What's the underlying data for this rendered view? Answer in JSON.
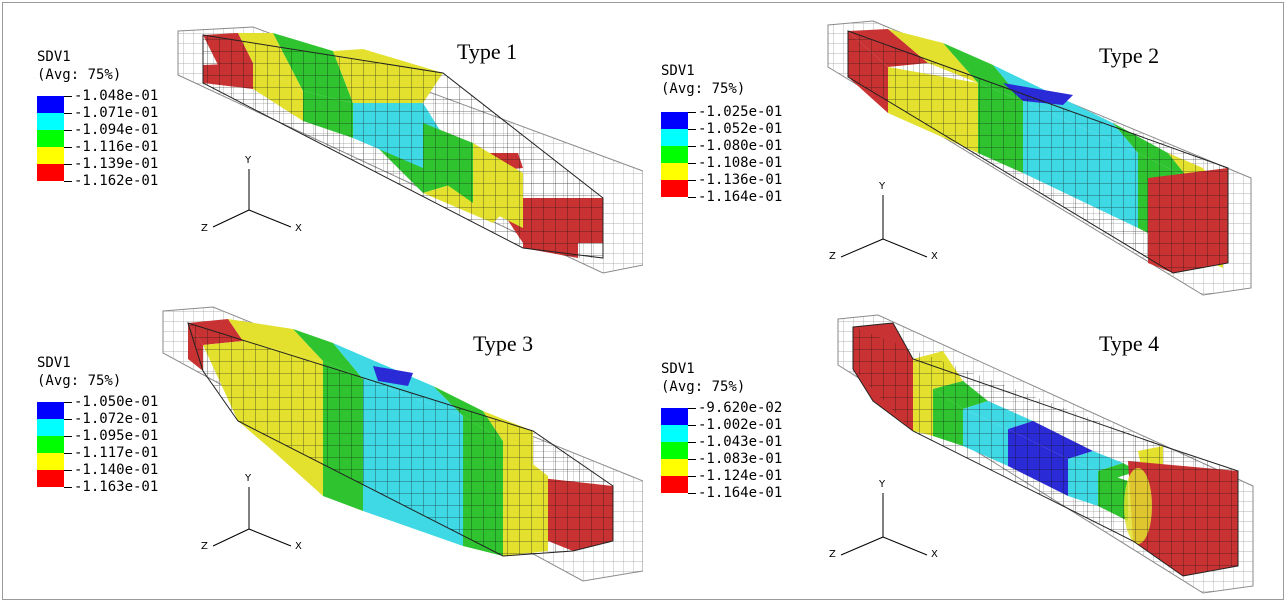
{
  "panels": [
    {
      "title": "Type 1",
      "legend_title": "SDV1",
      "legend_avg": "(Avg: 75%)",
      "legend_values": [
        "-1.048e-01",
        "-1.071e-01",
        "-1.094e-01",
        "-1.116e-01",
        "-1.139e-01",
        "-1.162e-01"
      ],
      "axes": {
        "x": "X",
        "y": "Y",
        "z": "Z"
      }
    },
    {
      "title": "Type 2",
      "legend_title": "SDV1",
      "legend_avg": "(Avg: 75%)",
      "legend_values": [
        "-1.025e-01",
        "-1.052e-01",
        "-1.080e-01",
        "-1.108e-01",
        "-1.136e-01",
        "-1.164e-01"
      ],
      "axes": {
        "x": "X",
        "y": "Y",
        "z": "Z"
      }
    },
    {
      "title": "Type 3",
      "legend_title": "SDV1",
      "legend_avg": "(Avg: 75%)",
      "legend_values": [
        "-1.050e-01",
        "-1.072e-01",
        "-1.095e-01",
        "-1.117e-01",
        "-1.140e-01",
        "-1.163e-01"
      ],
      "axes": {
        "x": "X",
        "y": "Y",
        "z": "Z"
      }
    },
    {
      "title": "Type 4",
      "legend_title": "SDV1",
      "legend_avg": "(Avg: 75%)",
      "legend_values": [
        "-9.620e-02",
        "-1.002e-01",
        "-1.043e-01",
        "-1.083e-01",
        "-1.124e-01",
        "-1.164e-01"
      ],
      "axes": {
        "x": "X",
        "y": "Y",
        "z": "Z"
      }
    }
  ],
  "colors": {
    "legend": [
      "#0000ff",
      "#00ffff",
      "#00ff00",
      "#ffff00",
      "#ff0000"
    ],
    "contour_blue": "#2a2ad6",
    "contour_cyan": "#3fd9e6",
    "contour_green": "#2fc42f",
    "contour_yellow": "#e3e12e",
    "contour_red": "#c93232",
    "mesh_line": "#9a9a9a"
  }
}
